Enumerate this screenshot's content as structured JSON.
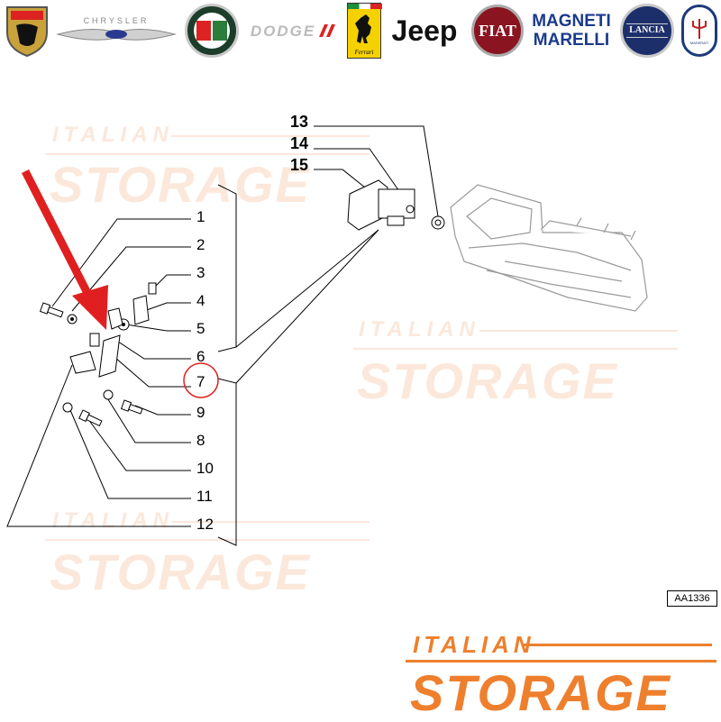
{
  "brands": {
    "abarth": "ABARTH",
    "chrysler": "CHRYSLER",
    "alfa_romeo": "ALFA ROMEO",
    "dodge": "DODGE",
    "ferrari": "Ferrari",
    "jeep": "Jeep",
    "fiat": "FIAT",
    "magneti_marelli_1": "MAGNETI",
    "magneti_marelli_2": "MARELLI",
    "lancia": "LANCIA",
    "maserati": "MASERATI"
  },
  "watermark": {
    "line1": "ITALIAN",
    "line2": "STORAGE"
  },
  "callouts": {
    "c1": "1",
    "c2": "2",
    "c3": "3",
    "c4": "4",
    "c5": "5",
    "c6": "6",
    "c7": "7",
    "c8": "8",
    "c9": "9",
    "c10": "10",
    "c11": "11",
    "c12": "12",
    "c13": "13",
    "c14": "14",
    "c15": "15"
  },
  "highlight": {
    "part": "7",
    "color": "#e02020"
  },
  "ref_code": "AA1336",
  "footer_logo": {
    "line1": "ITALIAN",
    "line2": "STORAGE",
    "color": "#ee7f2d"
  }
}
